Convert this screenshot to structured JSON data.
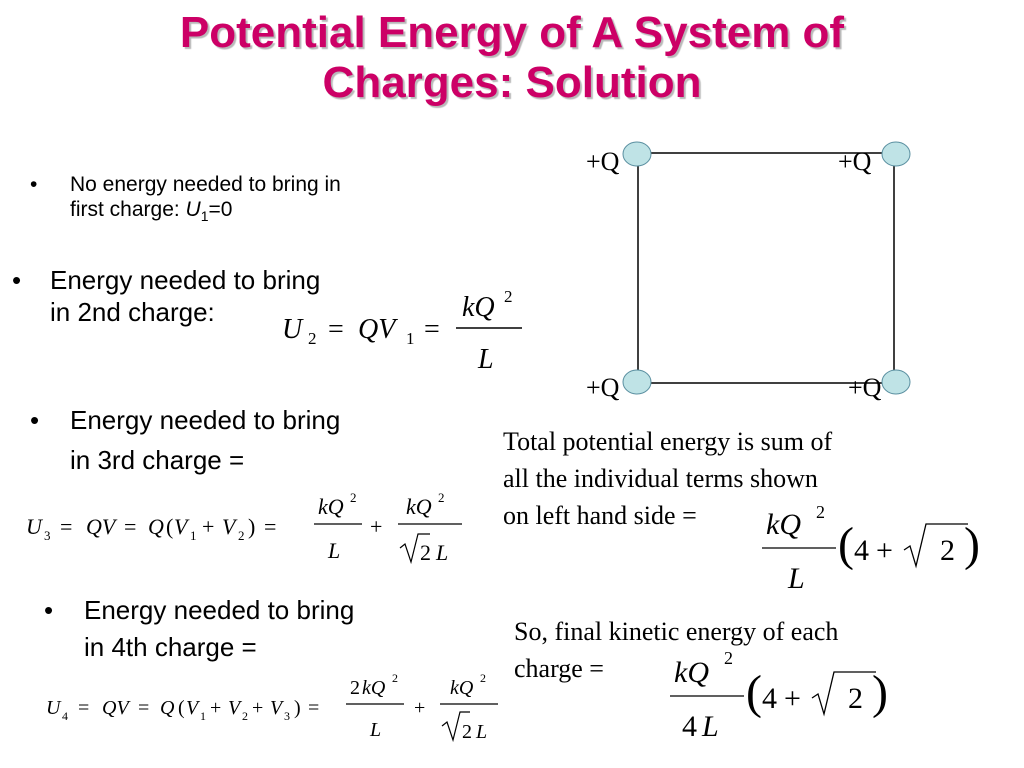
{
  "slide": {
    "title_line1": "Potential Energy of A System of",
    "title_line2": "Charges: Solution"
  },
  "bullets": [
    {
      "marker": "•",
      "line1": "No energy needed to bring in",
      "line2_prefix": "first charge: ",
      "line2_var": "U",
      "line2_sub": "1",
      "line2_suffix": "=0"
    },
    {
      "marker": "•",
      "line1": "Energy needed to bring",
      "line2": "in 2nd charge:"
    },
    {
      "marker": "•",
      "line1": "Energy needed to bring",
      "line2": "in 3rd charge ="
    },
    {
      "marker": "•",
      "line1": "Energy needed to bring",
      "line2": "in 4th charge ="
    }
  ],
  "square": {
    "charge_label": "+Q",
    "charge_color": "#bfe3e6",
    "charge_stroke": "#5a8fa0"
  },
  "right_text": {
    "total_line1": "Total potential energy is sum of",
    "total_line2": "all the individual terms shown",
    "total_line3": "on left hand side =",
    "final_line1": "So, final kinetic energy of each",
    "final_line2": "charge ="
  },
  "equations": {
    "eq2": "U2 = QV1 = kQ^2/L",
    "eq3": "U3 = QV = Q(V1 + V2) = kQ^2/L + kQ^2/(sqrt2 L)",
    "eq4": "U4 = QV = Q(V1 + V2 + V3) = 2kQ^2/L + kQ^2/(sqrt2 L)",
    "total": "kQ^2/L (4 + sqrt2)",
    "final": "kQ^2/(4L) (4 + sqrt2)"
  }
}
